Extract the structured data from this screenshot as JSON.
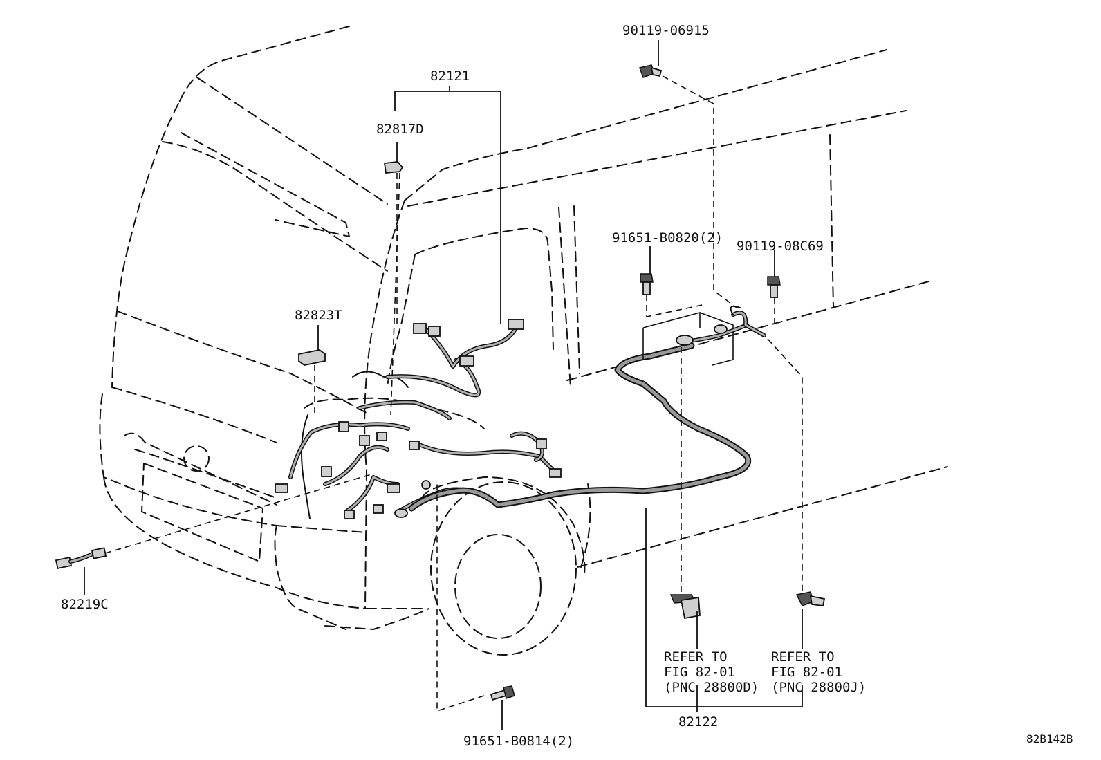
{
  "labels": {
    "p90119_06915": "90119-06915",
    "p82121": "82121",
    "p82817D": "82817D",
    "p91651_B0820": "91651-B0820(2)",
    "p90119_08C69": "90119-08C69",
    "p82823T": "82823T",
    "p82219C": "82219C",
    "p82122": "82122",
    "p91651_B0814": "91651-B0814(2)",
    "diagram_code": "82B142B"
  },
  "refer_notes": {
    "left": {
      "line1": "REFER TO",
      "line2": "FIG 82-01",
      "line3": "(PNC 28800D)"
    },
    "right": {
      "line1": "REFER TO",
      "line2": "FIG 82-01",
      "line3": "(PNC 28800J)"
    }
  }
}
